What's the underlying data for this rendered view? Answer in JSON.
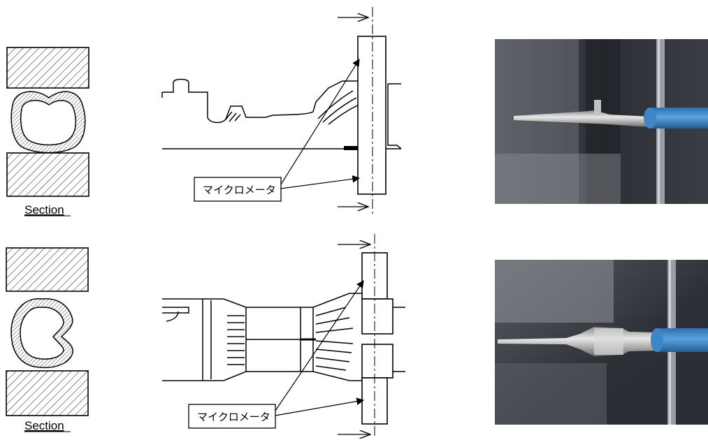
{
  "rows": [
    {
      "section_label": "Section",
      "callout_label": "マイクロメータ"
    },
    {
      "section_label": "Section",
      "callout_label": "マイクロメータ"
    }
  ],
  "colors": {
    "line": "#000000",
    "photo_background": "#2e3138",
    "wire_insulation": "#3f86c8",
    "terminal_metal": "#c9c9c9"
  }
}
